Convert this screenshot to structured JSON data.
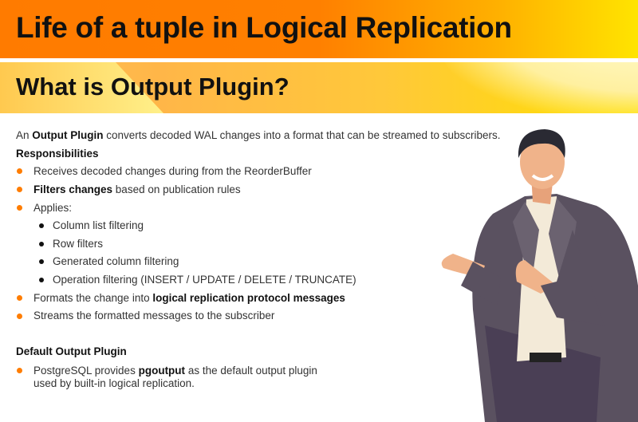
{
  "header": {
    "title": "Life of a tuple in Logical Replication",
    "subtitle": "What is Output Plugin?"
  },
  "intro": {
    "pre": "An ",
    "bold": "Output Plugin",
    "post": " converts decoded WAL changes into a format that can be streamed to subscribers."
  },
  "responsibilities": {
    "heading": "Responsibilities",
    "item1": "Receives decoded changes during from the ReorderBuffer",
    "item2": {
      "bold": "Filters changes",
      "post": " based on publication rules"
    },
    "item3": "Applies:",
    "sub": [
      "Column list filtering",
      "Row filters",
      "Generated column filtering",
      "Operation filtering (INSERT / UPDATE / DELETE / TRUNCATE)"
    ],
    "item4": {
      "pre": "Formats the change into ",
      "bold": "logical replication protocol messages"
    },
    "item5": "Streams the formatted messages to the subscriber"
  },
  "default_plugin": {
    "heading": "Default Output Plugin",
    "pre": "PostgreSQL provides ",
    "bold": "pgoutput",
    "post": " as the default output plugin",
    "line2": "used by built-in logical replication."
  },
  "colors": {
    "accent": "#ff7d00",
    "highlight": "#ffe000"
  }
}
